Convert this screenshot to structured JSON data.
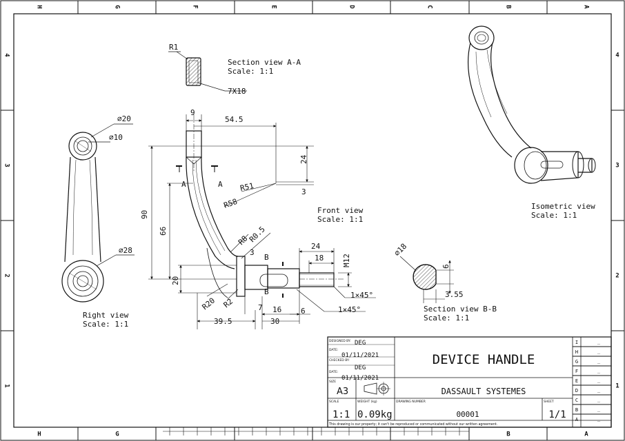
{
  "border": {
    "columns": [
      "H",
      "G",
      "F",
      "E",
      "D",
      "C",
      "B",
      "A"
    ],
    "rows": [
      "4",
      "3",
      "2",
      "1"
    ]
  },
  "views": {
    "section_aa": {
      "title": "Section view A-A",
      "scale": "Scale:  1:1",
      "radius": "R1",
      "size": "7X18"
    },
    "front": {
      "title": "Front view",
      "scale": "Scale:  1:1"
    },
    "right": {
      "title": "Right view",
      "scale": "Scale:  1:1"
    },
    "isometric": {
      "title": "Isometric view",
      "scale": "Scale:  1:1"
    },
    "section_bb": {
      "title": "Section view B-B",
      "scale": "Scale:  1:1",
      "dia": "⌀18",
      "flat": "6",
      "depth": "3.55"
    }
  },
  "dimensions": {
    "d9": "9",
    "d54_5": "54.5",
    "d24v": "24",
    "d3": "3",
    "r51": "R51",
    "r58": "R58",
    "d90": "90",
    "d66": "66",
    "d20": "20",
    "r8": "R8",
    "r0_5": "R0.5",
    "d3b": "3",
    "d24h": "24",
    "d18": "18",
    "m12": "M12",
    "chamfer1": "1×45°",
    "chamfer2": "1×45°",
    "r20": "R20",
    "r2": "R2",
    "d7": "7",
    "d16": "16",
    "d6": "6",
    "d39_5": "39.5",
    "d30": "30",
    "dia20": "⌀20",
    "dia10": "⌀10",
    "dia28": "⌀28",
    "sec_a": "A",
    "sec_b": "B"
  },
  "title_block": {
    "designed_by_label": "DESIGNED BY:",
    "designed_by": "DEG",
    "date_label": "DATE:",
    "date1": "01/11/2021",
    "checked_by_label": "CHECKED BY:",
    "checked_by": "DEG",
    "date2": "01/11/2021",
    "size_label": "SIZE",
    "size": "A3",
    "title": "DEVICE HANDLE",
    "company": "DASSAULT SYSTEMES",
    "scale_label": "SCALE",
    "scale": "1:1",
    "weight_label": "WEIGHT (kg)",
    "weight": "0.09kg",
    "drawing_number_label": "DRAWING NUMBER",
    "drawing_number": "00001",
    "sheet_label": "SHEET",
    "sheet": "1/1",
    "notice": "This drawing is our property; it can't be reproduced or communicated without our written agreement.",
    "revisions": [
      "I",
      "H",
      "G",
      "F",
      "E",
      "D",
      "C",
      "B",
      "A"
    ],
    "revision_marks": [
      "_",
      "_",
      "_",
      "_",
      "_",
      "_",
      "_",
      "_",
      "_"
    ]
  }
}
